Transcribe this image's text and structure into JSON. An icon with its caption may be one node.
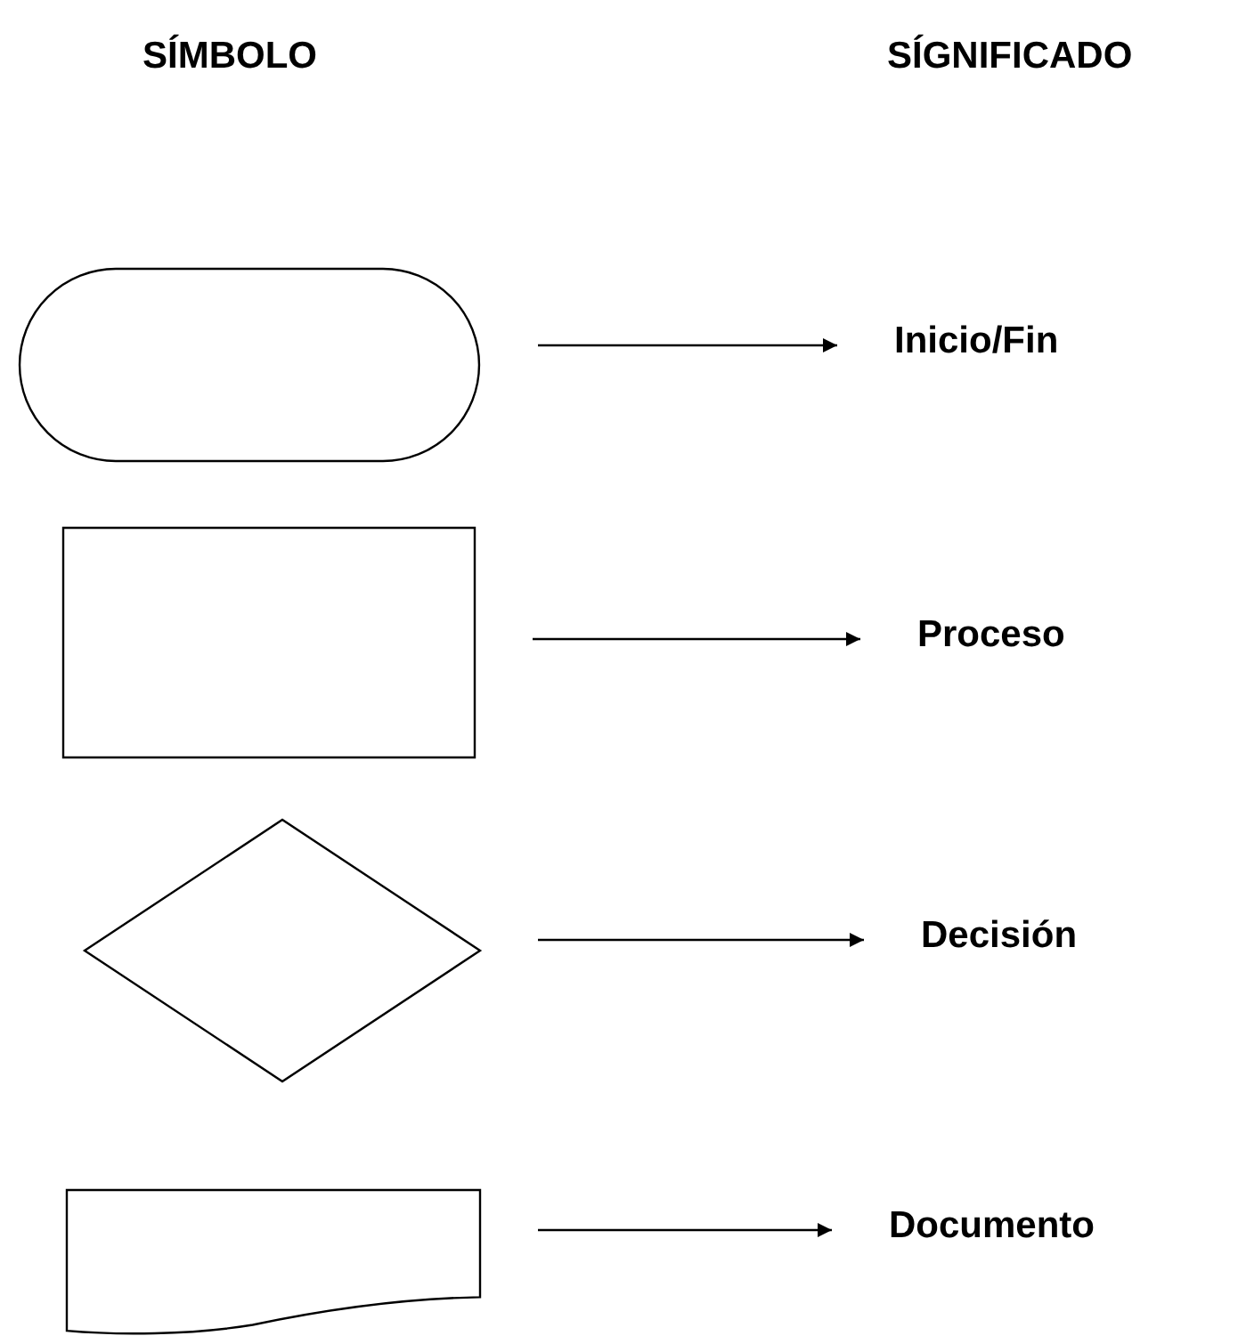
{
  "diagram": {
    "labels": [
      "SÍMBOLO",
      "SÍGNIFICADO"
    ],
    "nodes": [
      {
        "text": [],
        "shape": "stadium"
      },
      {
        "text": [
          "Inicio/Fin"
        ]
      },
      {
        "text": [],
        "shape": "box"
      },
      {
        "text": [
          "Proceso"
        ]
      },
      {
        "text": [],
        "shape": "diamond"
      },
      {
        "text": [
          "Decisión"
        ]
      },
      {
        "text": [],
        "shape": "document"
      },
      {
        "text": [
          "Documento"
        ]
      }
    ],
    "edges": [
      {
        "from": 0,
        "to": 1,
        "arrow": "to"
      },
      {
        "from": 2,
        "to": 3,
        "arrow": "to"
      },
      {
        "from": 4,
        "to": 5,
        "arrow": "to"
      },
      {
        "from": 6,
        "to": 7,
        "arrow": "to"
      }
    ]
  }
}
